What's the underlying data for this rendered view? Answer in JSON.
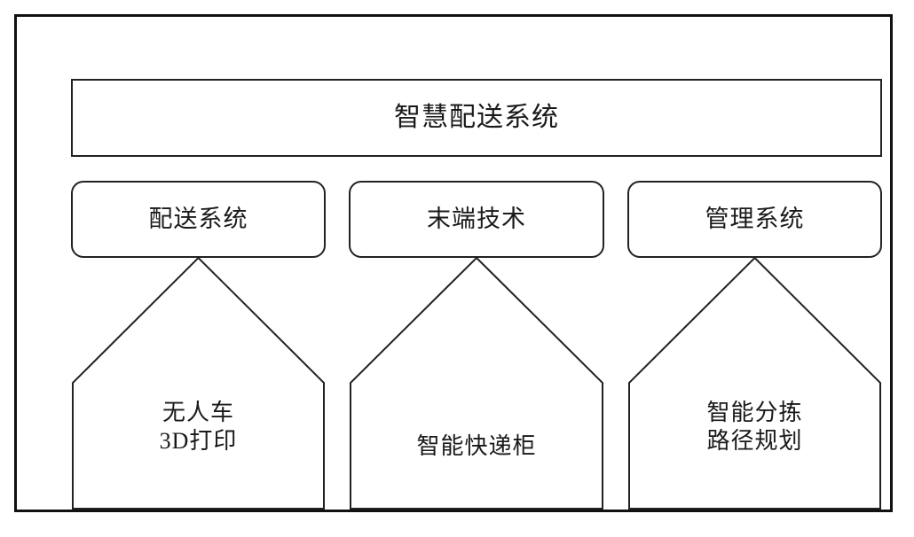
{
  "diagram": {
    "title": "智慧配送系统",
    "root": {
      "label": "智慧配送系统"
    },
    "branches": [
      {
        "label": "配送系统"
      },
      {
        "label": "末端技术"
      },
      {
        "label": "管理系统"
      }
    ],
    "leaves": [
      {
        "line1": "无人车",
        "line2": "3D打印"
      },
      {
        "line1": "智能快递柜",
        "line2": ""
      },
      {
        "line1": "智能分拣",
        "line2": "路径规划"
      }
    ]
  },
  "style": {
    "stroke_color": "#222222",
    "frame_color": "#111111",
    "text_color": "#1a1a1a",
    "background": "#ffffff"
  }
}
